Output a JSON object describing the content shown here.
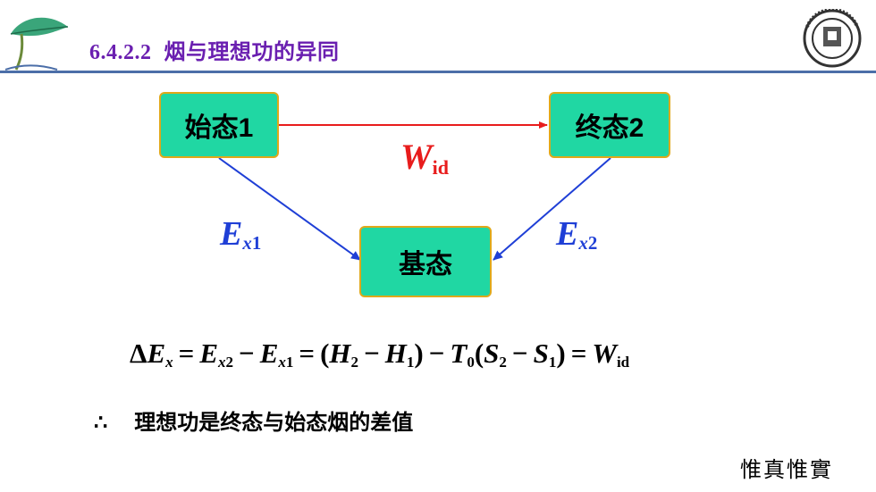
{
  "header": {
    "section_number": "6.4.2.2",
    "title": "烟与理想功的异同",
    "accent_color": "#6a1fb0",
    "rule_color": "#4b6ea8"
  },
  "diagram": {
    "start_state": "始态1",
    "end_state": "终态2",
    "base_state": "基态",
    "box_color": "#20d7a3",
    "box_border_color": "#e0a81a",
    "ideal_work_label": {
      "symbol": "W",
      "subscript": "id"
    },
    "exergy_1_label": {
      "symbol": "E",
      "subscript_var": "x",
      "subscript_num": "1"
    },
    "exergy_2_label": {
      "symbol": "E",
      "subscript_var": "x",
      "subscript_num": "2"
    },
    "arrow_red": "#e81c1c",
    "arrow_blue": "#1f3fd6"
  },
  "formula": {
    "delta": "Δ",
    "text": "ΔEx = Ex2 − Ex1 = (H2 − H1) − T0(S2 − S1) = Wid"
  },
  "conclusion": {
    "therefore": "∴",
    "text": "理想功是终态与始态烟的差值"
  },
  "motto": "惟真惟實",
  "icons": [
    "leaf-logo-icon",
    "university-emblem-icon"
  ]
}
